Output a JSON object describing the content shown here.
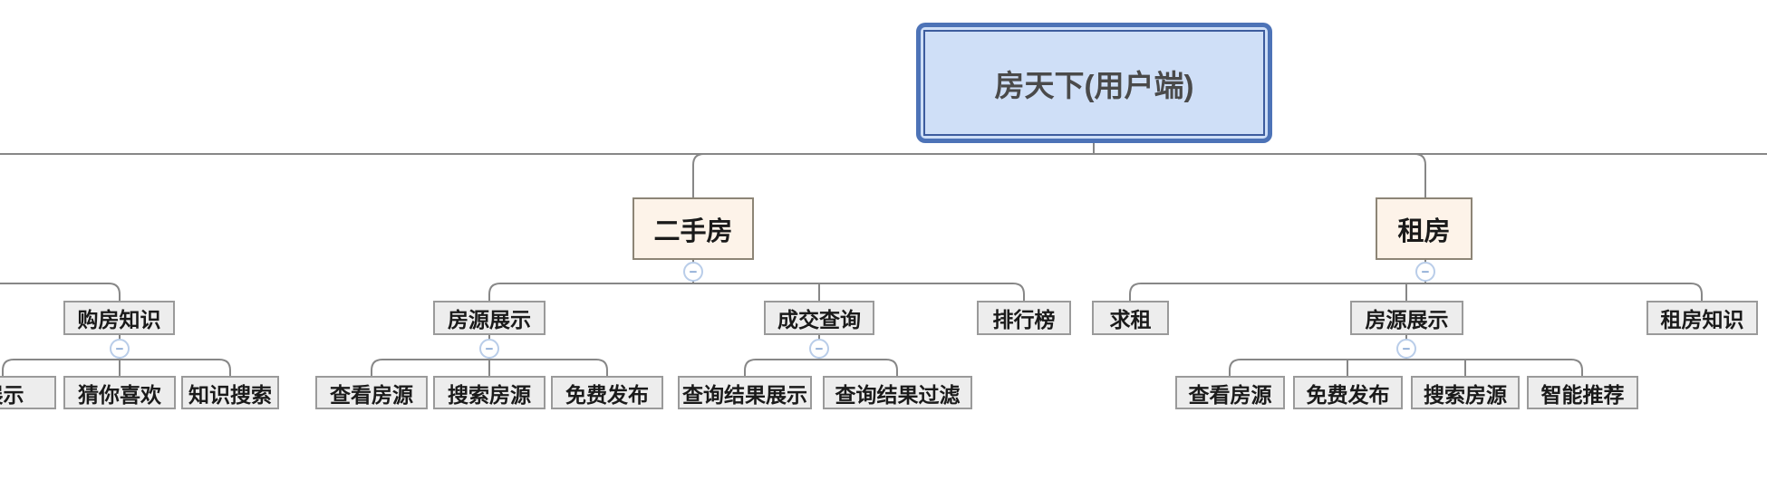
{
  "app": {
    "type": "mindmap-structure-diagram"
  },
  "colors": {
    "root_fill": "#cfdff7",
    "root_border": "#4d73b7",
    "root_inner_border": "#3d5c9e",
    "branch_fill": "#fdf3e9",
    "branch_border": "#8d8576",
    "leaf_fill": "#ededed",
    "leaf_border": "#9a9a9a",
    "line": "#878787",
    "text": "#1a1a1a",
    "root_text": "#4a4a4a",
    "collapse_ring": "#b9cde9",
    "collapse_glyph": "#86a7d3"
  },
  "icons": {
    "collapse": {
      "glyph": "−"
    }
  },
  "tree": {
    "root": {
      "label": "房天下(用户端)"
    },
    "clipped_left_subtree": {
      "label": "购房知识",
      "children": [
        {
          "label": "展示"
        },
        {
          "label": "猜你喜欢"
        },
        {
          "label": "知识搜索"
        }
      ]
    },
    "branches": [
      {
        "label": "二手房",
        "children": [
          {
            "label": "房源展示",
            "children": [
              {
                "label": "查看房源"
              },
              {
                "label": "搜索房源"
              },
              {
                "label": "免费发布"
              }
            ]
          },
          {
            "label": "成交查询",
            "children": [
              {
                "label": "查询结果展示"
              },
              {
                "label": "查询结果过滤"
              }
            ]
          },
          {
            "label": "排行榜"
          }
        ]
      },
      {
        "label": "租房",
        "children": [
          {
            "label": "求租"
          },
          {
            "label": "房源展示",
            "children": [
              {
                "label": "查看房源"
              },
              {
                "label": "免费发布"
              },
              {
                "label": "搜索房源"
              },
              {
                "label": "智能推荐"
              }
            ]
          },
          {
            "label": "租房知识"
          }
        ]
      }
    ]
  }
}
